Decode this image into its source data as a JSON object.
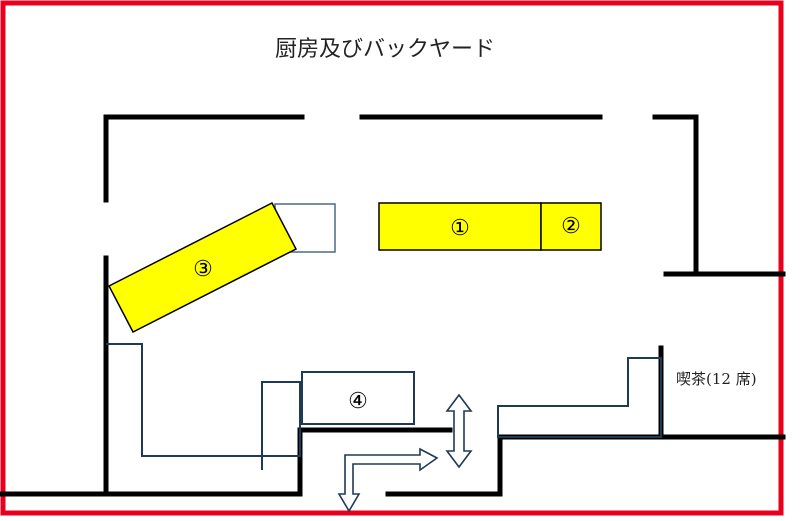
{
  "title": "厨房及びバックヤード",
  "room_label": "喫茶(12 席)",
  "items": {
    "item1": "①",
    "item2": "②",
    "item3": "③",
    "item4": "④"
  },
  "colors": {
    "frame": "#e8001c",
    "wall": "#000000",
    "counter_outline": "#1f3a54",
    "equipment_fill": "#ffff00",
    "thin_outline": "#4a6a86"
  }
}
